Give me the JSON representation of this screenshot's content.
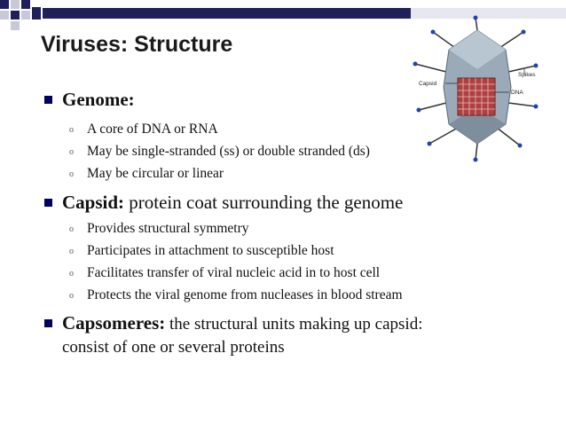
{
  "title": "Viruses: Structure",
  "bullets": [
    {
      "head": "Genome:",
      "rest": "",
      "subs": [
        "A core of DNA or RNA",
        "May be single-stranded (ss) or double stranded (ds)",
        "May be circular or linear"
      ]
    },
    {
      "head": "Capsid:",
      "rest": " protein coat surrounding the genome",
      "subs": [
        "Provides structural symmetry",
        "Participates in attachment to susceptible host",
        "Facilitates transfer of viral nucleic acid in to host cell",
        "Protects the viral genome from nucleases in blood stream"
      ]
    },
    {
      "head": "Capsomeres:",
      "rest": " the structural units making up capsid:",
      "continuation": "consist of one or several proteins",
      "subs": []
    }
  ],
  "figure": {
    "labels": {
      "spikes": "Spikes",
      "capsid": "Capsid",
      "dna": "DNA"
    }
  },
  "colors": {
    "bullet": "#000060",
    "deco_dark": "#1f1f5c",
    "deco_light": "#c8c8d8",
    "capsid": "#9aaab8",
    "dna": "#b04040",
    "spike_tip": "#2244aa"
  },
  "icons": {
    "bullet": "filled-square",
    "sub_bullet": "letter-o"
  }
}
